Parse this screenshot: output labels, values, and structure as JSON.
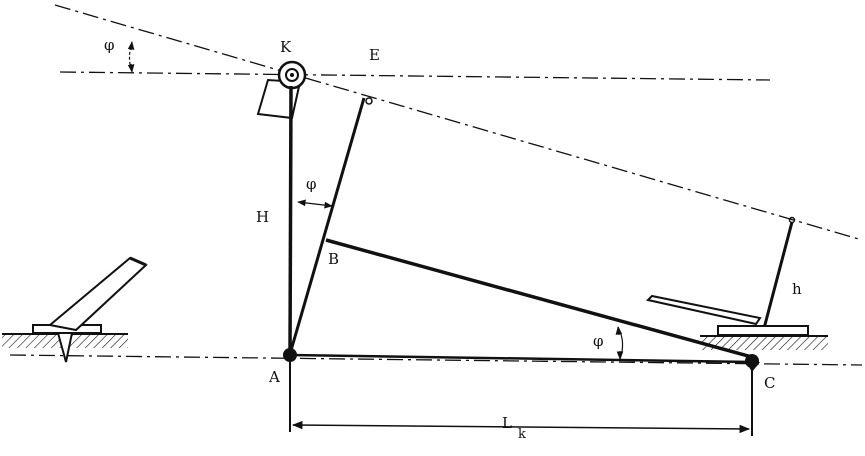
{
  "labels": {
    "phi_top": "φ",
    "K": "K",
    "E": "E",
    "phi_mid": "φ",
    "H": "H",
    "B": "B",
    "phi_bottom": "φ",
    "h": "h",
    "A": "A",
    "C": "C",
    "L": "L",
    "L_sub": "k"
  },
  "colors": {
    "ink": "#111111",
    "background": "#ffffff"
  }
}
